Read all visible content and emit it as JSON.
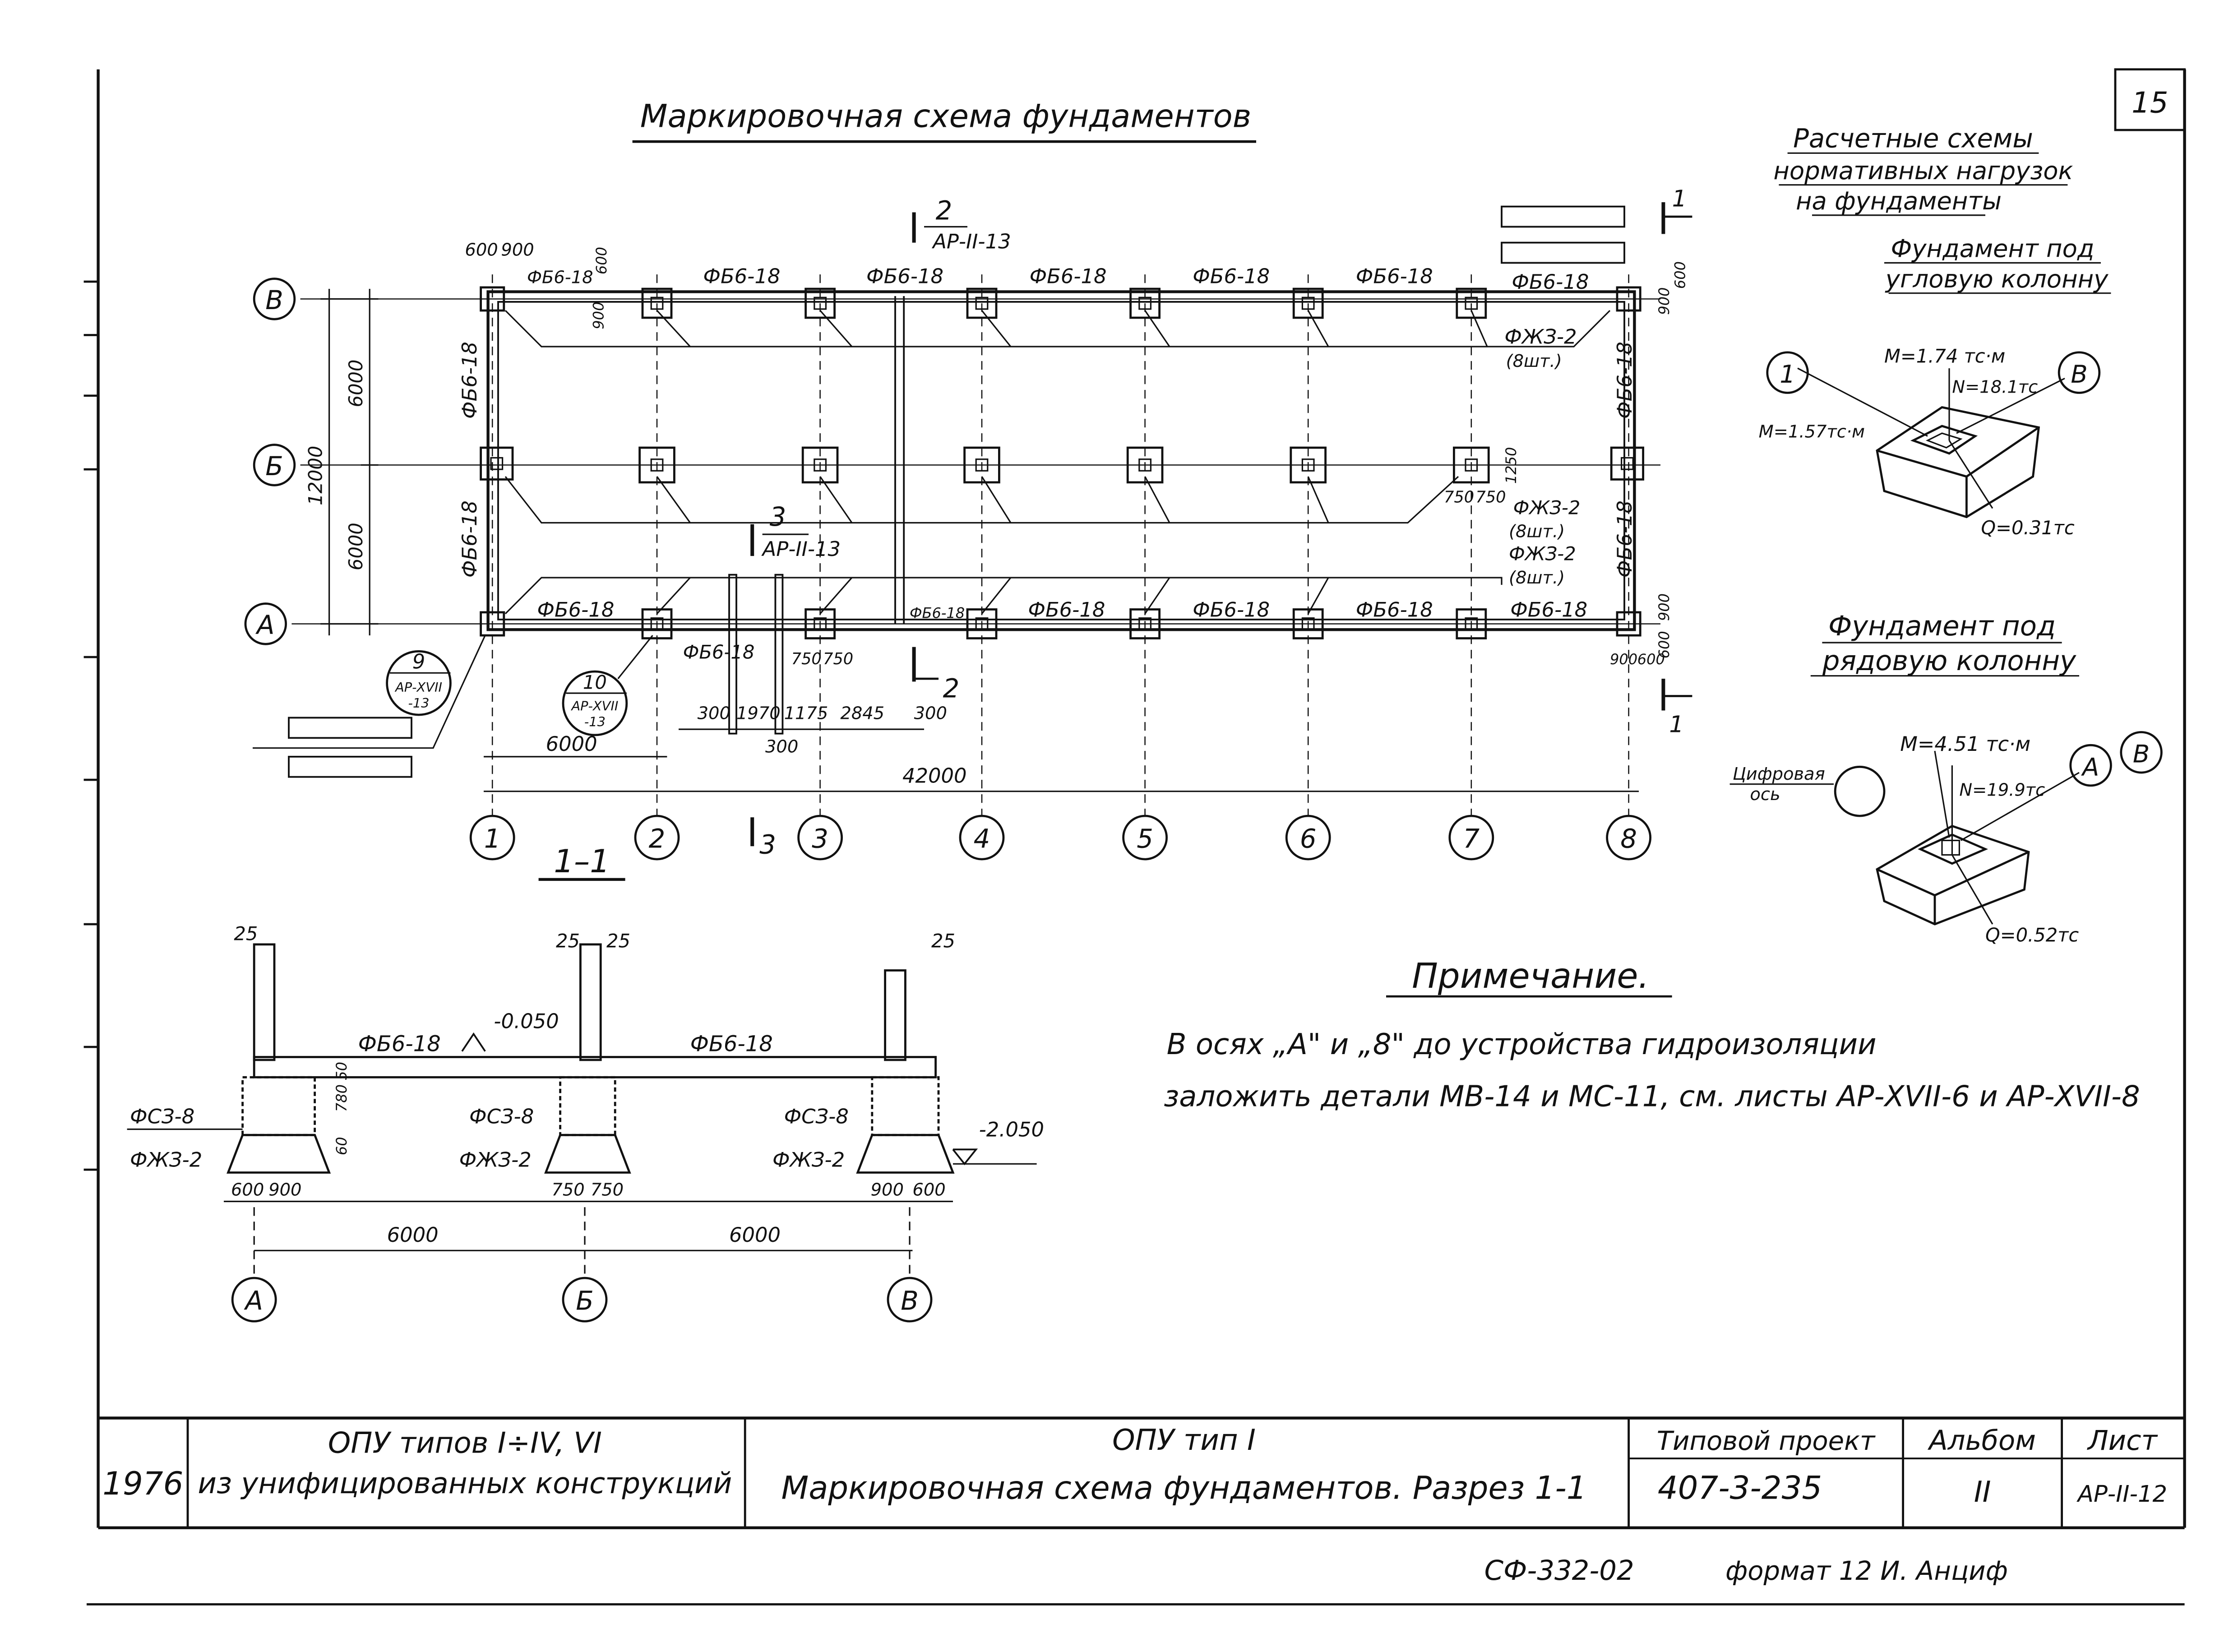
{
  "sheet_number": "15",
  "plan": {
    "title": "Маркировочная схема фундаментов",
    "axis_letters": [
      "В",
      "Б",
      "А"
    ],
    "axis_numbers": [
      "1",
      "2",
      "3",
      "4",
      "5",
      "6",
      "7",
      "8"
    ],
    "beam_label": "ФБ6-18",
    "beam_label_short": "ФБ6-18",
    "footing_label": "ФЖЗ-2",
    "footing_count": "(8шт.)",
    "dim_total": "42000",
    "dim_span": "6000",
    "dim_height_total": "12000",
    "dim_height_half": "6000",
    "dims_top": [
      "600",
      "900"
    ],
    "dim_900": "900",
    "dim_600": "600",
    "dims_bottom": [
      "300",
      "1970",
      "1175",
      "2845",
      "300"
    ],
    "dim_300_mid": "300",
    "dims_750": [
      "750",
      "750"
    ],
    "dim_1250": "1250",
    "section_2_num": "2",
    "section_2_ref": "АР-II-13",
    "section_3_num": "3",
    "section_3_ref": "АР-II-13",
    "section_1_num": "1",
    "callout_9_num": "9",
    "callout_9_ref": "АР-XVII",
    "callout_9_sub": "-13",
    "callout_10_num": "10",
    "callout_10_ref": "АР-XVII",
    "callout_10_sub": "-13"
  },
  "loads": {
    "title_line1": "Расчетные схемы",
    "title_line2": "нормативных нагрузок",
    "title_line3": "на фундаменты",
    "corner_title1": "Фундамент под",
    "corner_title2": "угловую колонну",
    "corner_M1": "M=1.74 тс·м",
    "corner_N": "N=18.1тс",
    "corner_M2": "M=1.57тс·м",
    "corner_Q": "Q=0.31тс",
    "corner_axis1": "1",
    "corner_axis2": "В",
    "row_title1": "Фундамент под",
    "row_title2": "рядовую колонну",
    "row_M": "M=4.51 тс·м",
    "row_N": "N=19.9тс",
    "row_Q": "Q=0.52тс",
    "row_axis_label1": "Цифровая",
    "row_axis_label2": "ось",
    "row_axis_a": "А",
    "row_axis_b": "В"
  },
  "section": {
    "title": "1–1",
    "beam1": "ФБ6-18",
    "beam2": "ФБ6-18",
    "level_top": "-0.050",
    "level_bottom": "-2.050",
    "fs_label": "ФСЗ-8",
    "fzh_label": "ФЖЗ-2",
    "dim_25": "25",
    "dim_25b": "25",
    "dim_25c": "25",
    "dim_25d": "25",
    "dims_left": [
      "600",
      "900"
    ],
    "dims_mid": [
      "750",
      "750"
    ],
    "dims_right": [
      "900",
      "600"
    ],
    "dim_span1": "6000",
    "dim_span2": "6000",
    "vert_dims": [
      "50",
      "780",
      "60"
    ],
    "axes": [
      "А",
      "Б",
      "В"
    ]
  },
  "note": {
    "title": "Примечание.",
    "line1": "В осях „А\" и „8\" до устройства гидроизоляции",
    "line2": "заложить детали МВ-14 и МС-11, см. листы АР-XVII-6 и АР-XVII-8"
  },
  "title_block": {
    "year": "1976",
    "left_line1": "ОПУ типов I÷IV, VI",
    "left_line2": "из унифицированных конструкций",
    "center_line1": "ОПУ тип I",
    "center_line2": "Маркировочная схема фундаментов. Разрез 1-1",
    "project_label": "Типовой проект",
    "project_number": "407-3-235",
    "album_label": "Альбом",
    "album_value": "II",
    "sheet_label": "Лист",
    "sheet_value": "АР-II-12"
  },
  "footer": {
    "code": "СФ-332-02",
    "format": "формат 12 И. Анциф"
  }
}
